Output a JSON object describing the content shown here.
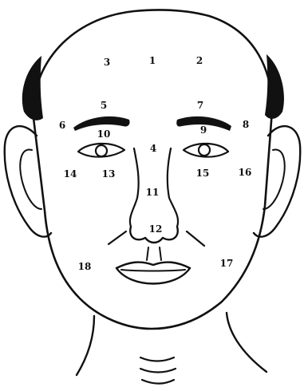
{
  "diagram": {
    "labels": {
      "p1": "1",
      "p2": "2",
      "p3": "3",
      "p4": "4",
      "p5": "5",
      "p6": "6",
      "p7": "7",
      "p8": "8",
      "p9": "9",
      "p10": "10",
      "p11": "11",
      "p12": "12",
      "p13": "13",
      "p14": "14",
      "p15": "15",
      "p16": "16",
      "p17": "17",
      "p18": "18"
    },
    "colors": {
      "ink": "#111111",
      "background": "#ffffff"
    }
  }
}
